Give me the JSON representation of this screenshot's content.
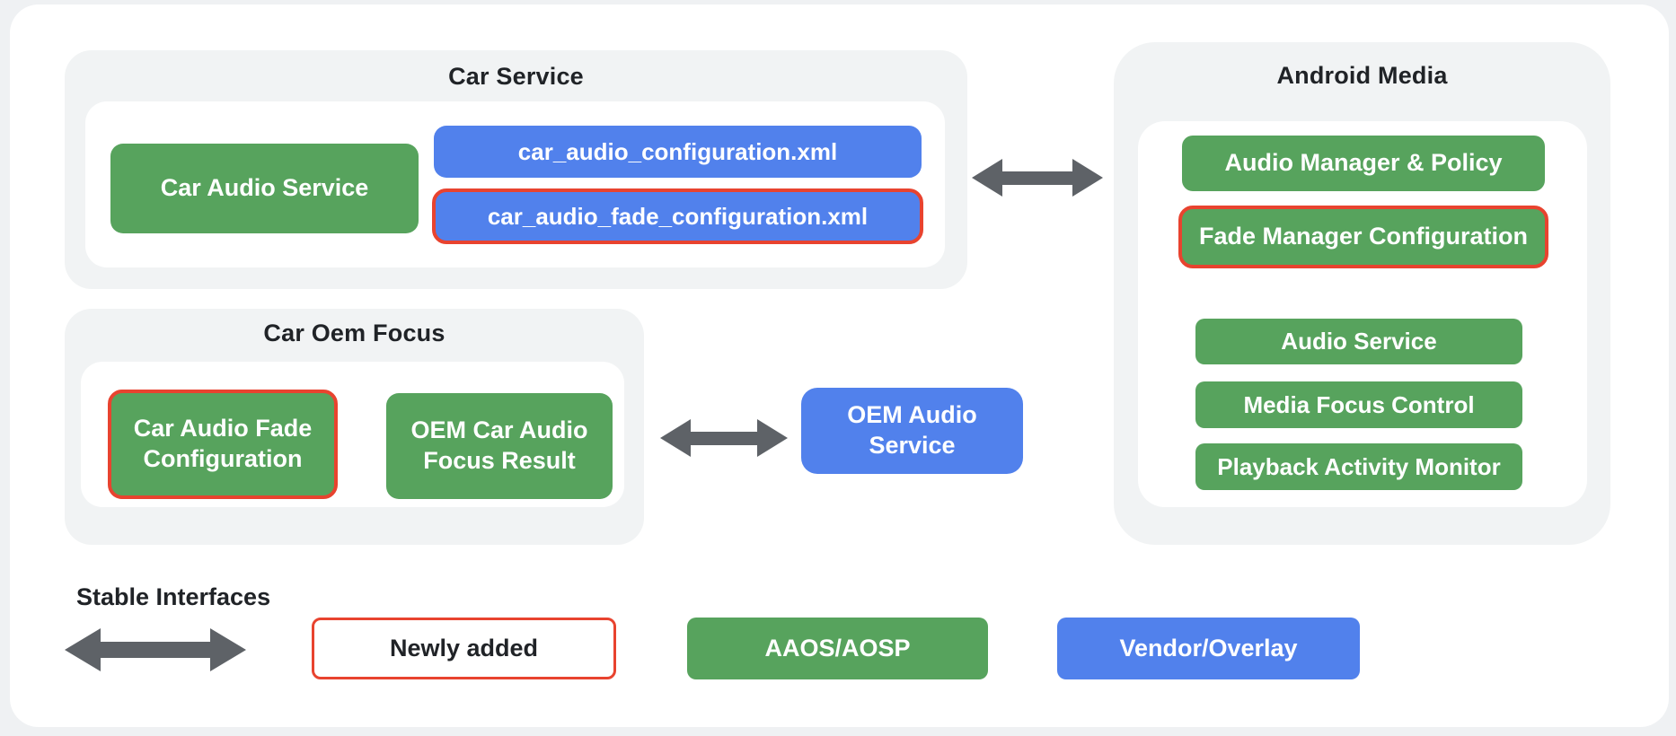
{
  "colors": {
    "green": "#57a35d",
    "blue": "#5181ec",
    "red": "#e8432f",
    "arrow": "#5e6267",
    "page_bg": "#eff1f3",
    "group_bg": "#f1f3f4",
    "text_dark": "#202327"
  },
  "car_service": {
    "title": "Car Service",
    "car_audio_service": "Car Audio Service",
    "car_audio_configuration_xml": "car_audio_configuration.xml",
    "car_audio_fade_configuration_xml": "car_audio_fade_configuration.xml"
  },
  "android_media": {
    "title": "Android Media",
    "audio_manager_policy": "Audio Manager & Policy",
    "fade_manager_configuration": "Fade Manager Configuration",
    "audio_service": "Audio Service",
    "media_focus_control": "Media Focus Control",
    "playback_activity_monitor": "Playback Activity Monitor"
  },
  "car_oem_focus": {
    "title": "Car Oem Focus",
    "car_audio_fade_configuration": "Car Audio Fade Configuration",
    "oem_car_audio_focus_result": "OEM Car Audio Focus Result"
  },
  "oem_audio_service": {
    "label": "OEM Audio Service"
  },
  "legend": {
    "stable_interfaces": "Stable Interfaces",
    "newly_added": "Newly added",
    "aaos_aosp": "AAOS/AOSP",
    "vendor_overlay": "Vendor/Overlay"
  }
}
